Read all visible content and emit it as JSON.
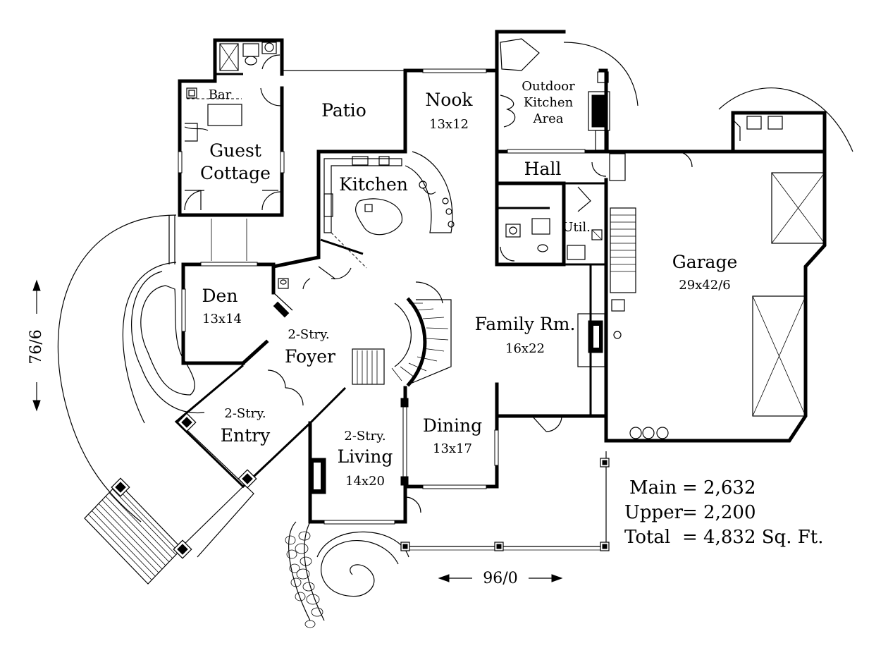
{
  "rooms": {
    "bar": "Bar",
    "patio": "Patio",
    "nook": "Nook",
    "nook_size": "13x12",
    "outdoor_kitchen_1": "Outdoor",
    "outdoor_kitchen_2": "Kitchen",
    "outdoor_kitchen_3": "Area",
    "guest_cottage_1": "Guest",
    "guest_cottage_2": "Cottage",
    "kitchen": "Kitchen",
    "hall": "Hall",
    "util": "Util.",
    "garage": "Garage",
    "garage_size": "29x42/6",
    "den": "Den",
    "den_size": "13x14",
    "foyer_1": "2-Stry.",
    "foyer_2": "Foyer",
    "family": "Family Rm.",
    "family_size": "16x22",
    "entry_1": "2-Stry.",
    "entry_2": "Entry",
    "dining": "Dining",
    "dining_size": "13x17",
    "living_1": "2-Stry.",
    "living_2": "Living",
    "living_size": "14x20"
  },
  "dimensions": {
    "depth": "76/6",
    "width": "96/0"
  },
  "areas": [
    {
      "label": "Main",
      "value": "= 2,632"
    },
    {
      "label": "Upper",
      "value": "= 2,200"
    },
    {
      "label": "Total",
      "value": "= 4,832 Sq. Ft."
    }
  ]
}
